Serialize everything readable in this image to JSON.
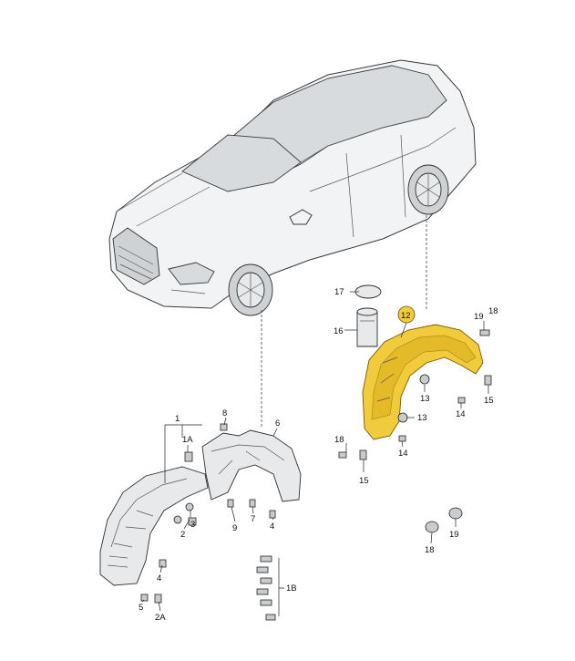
{
  "callouts": {
    "c1": "1",
    "c1A": "1A",
    "c1B": "1B",
    "c2": "2",
    "c2A": "2A",
    "c3": "3",
    "c4a": "4",
    "c4b": "4",
    "c5": "5",
    "c6": "6",
    "c7": "7",
    "c8": "8",
    "c9": "9",
    "c12": "12",
    "c13a": "13",
    "c13b": "13",
    "c14a": "14",
    "c14b": "14",
    "c15a": "15",
    "c15b": "15",
    "c16": "16",
    "c17": "17",
    "c18a": "18",
    "c18b": "18",
    "c18c": "18",
    "c19a": "19",
    "c19b": "19"
  },
  "colors": {
    "highlight_part": "#f0cc3c",
    "line_art": "#3a3a3a"
  }
}
